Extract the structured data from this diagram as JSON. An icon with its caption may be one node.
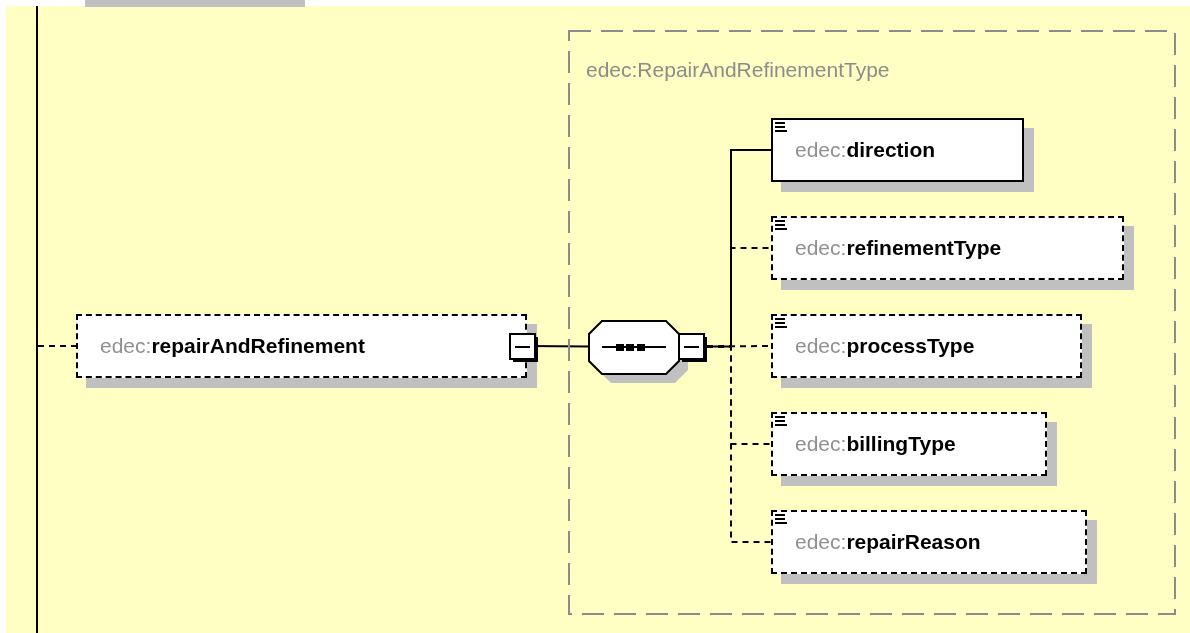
{
  "diagram": {
    "nodes": [
      {
        "text": [
          "edec:RepairAndRefinementType"
        ]
      },
      {
        "text": [
          "edec:repairAndRefinement"
        ]
      },
      {
        "text": [],
        "shape": "octagon",
        "in": 0
      },
      {
        "text": [
          "edec:direction"
        ],
        "in": 0
      },
      {
        "text": [
          "edec:refinementType"
        ],
        "in": 0
      },
      {
        "text": [
          "edec:processType"
        ],
        "in": 0
      },
      {
        "text": [
          "edec:billingType"
        ],
        "in": 0
      },
      {
        "text": [
          "edec:repairReason"
        ],
        "in": 0
      }
    ],
    "edges": [
      {
        "from": null,
        "to": 1,
        "arrow": "none",
        "style": "dashed"
      },
      {
        "from": 1,
        "to": 2,
        "arrow": "none"
      },
      {
        "from": 2,
        "to": 3,
        "arrow": "none"
      },
      {
        "from": 2,
        "to": 4,
        "arrow": "none",
        "style": "dashed"
      },
      {
        "from": 2,
        "to": 5,
        "arrow": "none",
        "style": "dashed"
      },
      {
        "from": 2,
        "to": 6,
        "arrow": "none",
        "style": "dashed"
      },
      {
        "from": 2,
        "to": 7,
        "arrow": "none",
        "style": "dashed"
      }
    ]
  }
}
